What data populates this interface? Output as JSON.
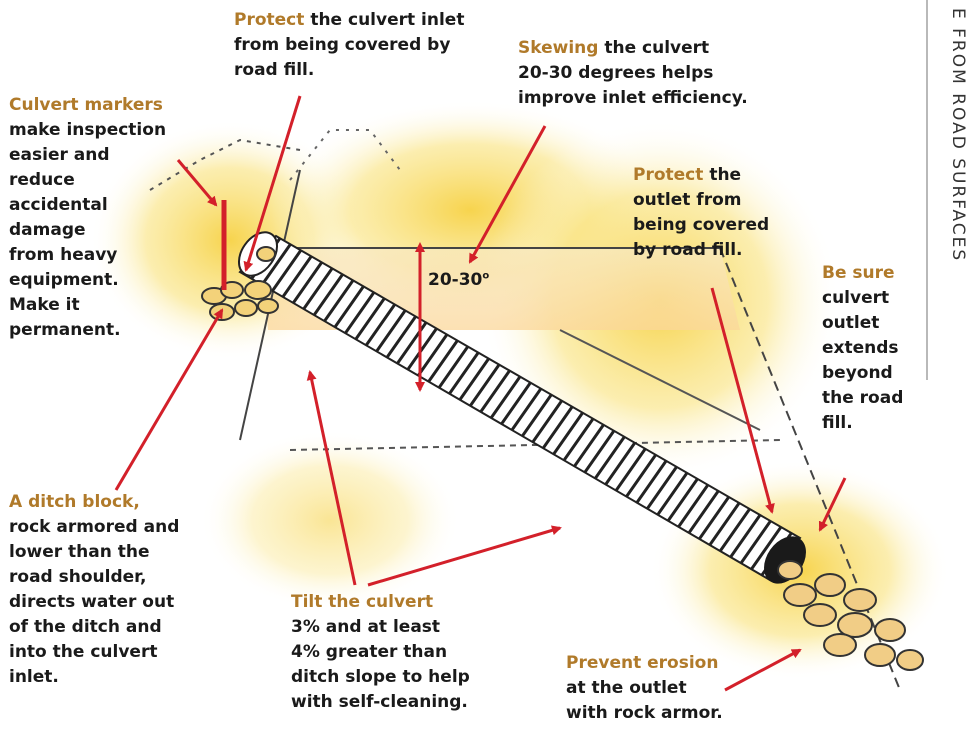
{
  "sidebar_text": "E FROM ROAD SURFACES",
  "angle_label": "20-30",
  "angle_sup": "o",
  "annotations": {
    "inlet": {
      "highlight": "Protect",
      "lines": [
        "the culvert inlet",
        "from being covered by",
        "road fill."
      ]
    },
    "skew": {
      "highlight": "Skewing",
      "lines": [
        "the culvert",
        "20-30 degrees helps",
        "improve inlet efficiency."
      ]
    },
    "markers": {
      "highlight": "Culvert markers",
      "lines": [
        "make inspection",
        "easier and",
        "reduce",
        "accidental",
        "damage",
        "from heavy",
        "equipment.",
        "Make it",
        "permanent."
      ]
    },
    "outlet": {
      "highlight": "Protect",
      "lines": [
        "the",
        "outlet from",
        "being covered",
        "by road fill."
      ]
    },
    "besure": {
      "highlight": "Be sure",
      "lines": [
        "culvert",
        "outlet",
        "extends",
        "beyond",
        "the road",
        "fill."
      ]
    },
    "ditch": {
      "highlight": "A ditch block,",
      "lines": [
        "rock armored and",
        "lower than the",
        "road shoulder,",
        "directs water out",
        "of the ditch and",
        "into the culvert",
        "inlet."
      ]
    },
    "tilt": {
      "highlight": "Tilt the culvert",
      "lines": [
        "3% and at least",
        "4% greater than",
        "ditch slope to help",
        "with self-cleaning."
      ]
    },
    "erosion": {
      "highlight": "Prevent erosion",
      "lines": [
        "at the outlet",
        "with rock armor."
      ]
    }
  },
  "colors": {
    "highlight": "#b07a2a",
    "arrow": "#d3202a",
    "yellow": "#f7d94a"
  }
}
